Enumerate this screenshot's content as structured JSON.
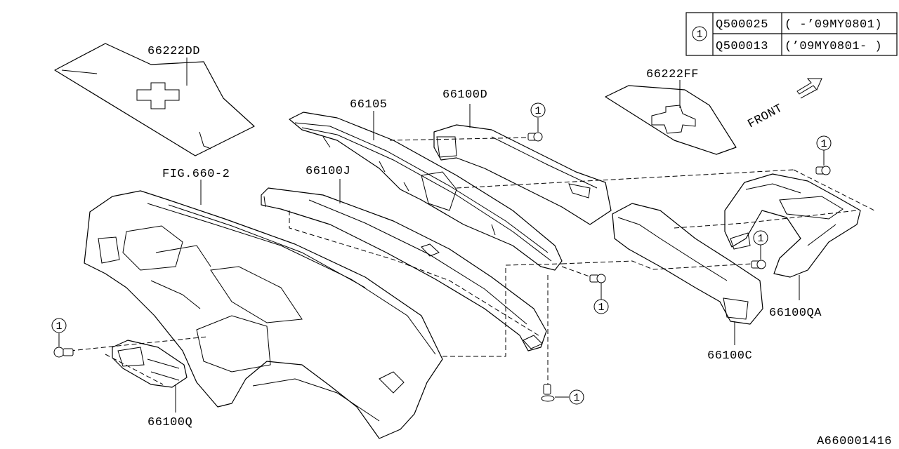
{
  "diagram": {
    "reference_table": {
      "ref_number": "1",
      "rows": [
        {
          "part_no": "Q500025",
          "range": "( -’09MY0801)"
        },
        {
          "part_no": "Q500013",
          "range": "(’09MY0801- )"
        }
      ]
    },
    "labels": {
      "p66222DD": "66222DD",
      "p66222FF": "66222FF",
      "p66105": "66105",
      "p66100D": "66100D",
      "p66100J": "66100J",
      "fig": "FIG.660-2",
      "p66100QA": "66100QA",
      "p66100C": "66100C",
      "p66100Q": "66100Q",
      "front": "FRONT"
    },
    "ref_marker": "1",
    "drawing_code": "A660001416"
  }
}
